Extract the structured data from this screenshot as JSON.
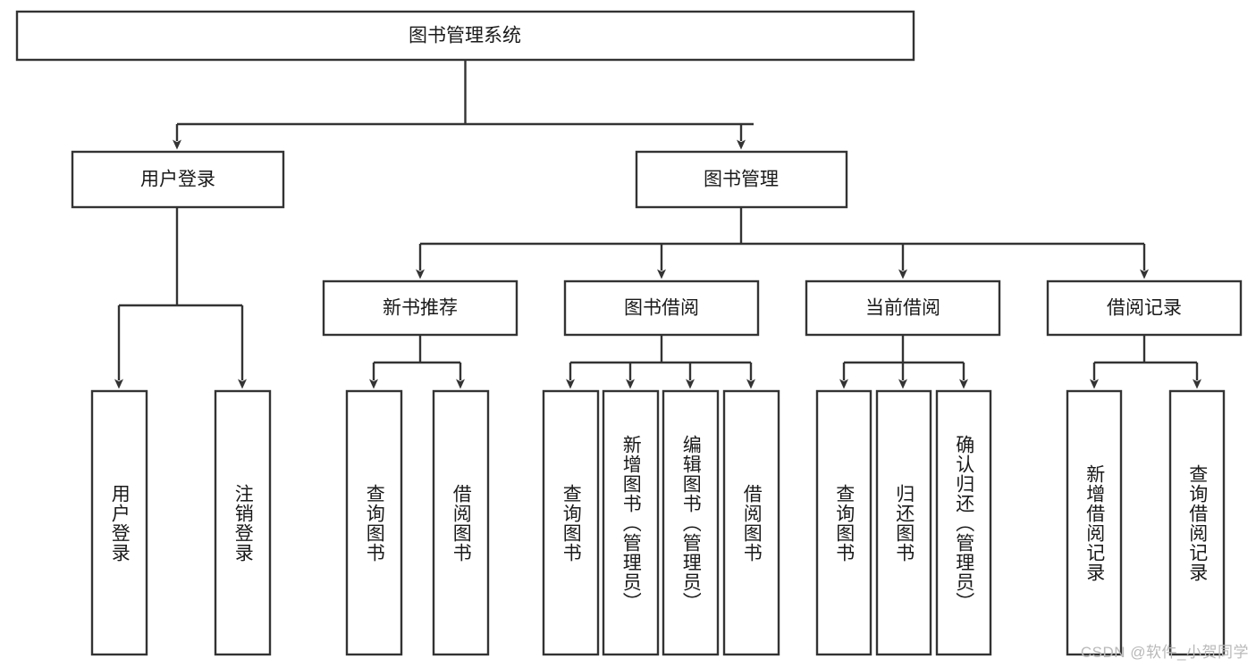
{
  "diagram": {
    "type": "tree",
    "title": "图书管理系统",
    "watermark": "CSDN @软件_小贺同学",
    "colors": {
      "box_stroke": "#333333",
      "box_fill": "#ffffff",
      "text": "#1a1a1a",
      "watermark": "#b9b9b9",
      "background": "#ffffff"
    },
    "nodes": {
      "root": {
        "label": "图书管理系统",
        "orientation": "horizontal"
      },
      "level2": [
        {
          "label": "用户登录",
          "orientation": "horizontal"
        },
        {
          "label": "图书管理",
          "orientation": "horizontal"
        }
      ],
      "level3": [
        {
          "label": "新书推荐",
          "orientation": "horizontal"
        },
        {
          "label": "图书借阅",
          "orientation": "horizontal"
        },
        {
          "label": "当前借阅",
          "orientation": "horizontal"
        },
        {
          "label": "借阅记录",
          "orientation": "horizontal"
        }
      ],
      "leaves_user_login": [
        {
          "label": "用户登录",
          "orientation": "vertical"
        },
        {
          "label": "注销登录",
          "orientation": "vertical"
        }
      ],
      "leaves_new_books": [
        {
          "label": "查询图书",
          "orientation": "vertical"
        },
        {
          "label": "借阅图书",
          "orientation": "vertical"
        }
      ],
      "leaves_borrow": [
        {
          "label": "查询图书",
          "orientation": "vertical"
        },
        {
          "label": "新增图书（管理员）",
          "orientation": "vertical"
        },
        {
          "label": "编辑图书（管理员）",
          "orientation": "vertical"
        },
        {
          "label": "借阅图书",
          "orientation": "vertical"
        }
      ],
      "leaves_current": [
        {
          "label": "查询图书",
          "orientation": "vertical"
        },
        {
          "label": "归还图书",
          "orientation": "vertical"
        },
        {
          "label": "确认归还（管理员）",
          "orientation": "vertical"
        }
      ],
      "leaves_records": [
        {
          "label": "新增借阅记录",
          "orientation": "vertical"
        },
        {
          "label": "查询借阅记录",
          "orientation": "vertical"
        }
      ]
    },
    "hierarchy": {
      "图书管理系统": [
        "用户登录",
        "图书管理"
      ],
      "用户登录": [
        "用户登录",
        "注销登录"
      ],
      "图书管理": [
        "新书推荐",
        "图书借阅",
        "当前借阅",
        "借阅记录"
      ],
      "新书推荐": [
        "查询图书",
        "借阅图书"
      ],
      "图书借阅": [
        "查询图书",
        "新增图书（管理员）",
        "编辑图书（管理员）",
        "借阅图书"
      ],
      "当前借阅": [
        "查询图书",
        "归还图书",
        "确认归还（管理员）"
      ],
      "借阅记录": [
        "新增借阅记录",
        "查询借阅记录"
      ]
    }
  }
}
